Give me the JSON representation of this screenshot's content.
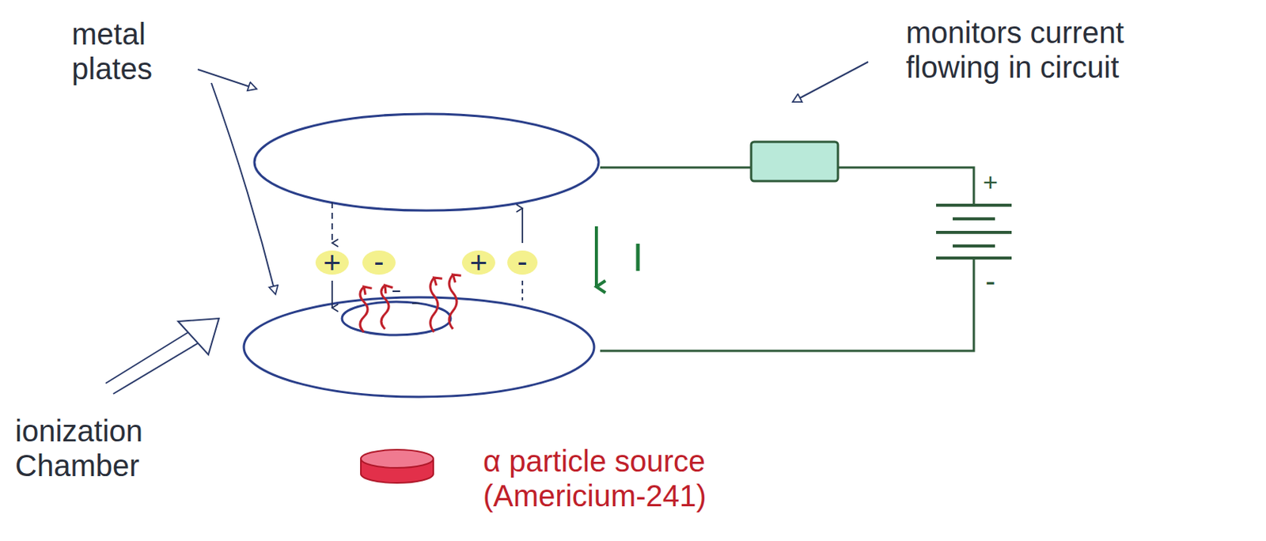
{
  "diagram": {
    "labels": [
      "metal plates",
      "monitors current flowing in circuit",
      "+",
      "-",
      "+",
      "-",
      "I",
      "+",
      "-",
      "ionization Chamber",
      "α particle source (Americium-241)"
    ]
  }
}
